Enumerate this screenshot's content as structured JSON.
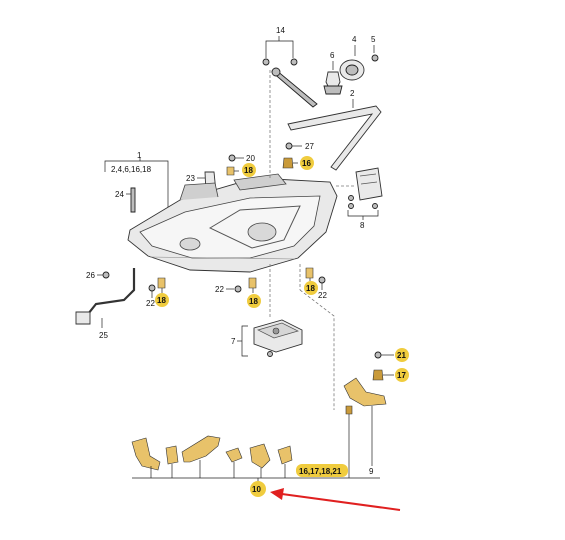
{
  "diagram": {
    "callouts": {
      "c1": "1",
      "c1_list": "2,4,6,16,18",
      "c2": "2",
      "c4": "4",
      "c5": "5",
      "c6": "6",
      "c7": "7",
      "c8": "8",
      "c9": "9",
      "c10": "10",
      "c14": "14",
      "c16": "16",
      "c17": "17",
      "c18a": "18",
      "c18b": "18",
      "c18c": "18",
      "c18d": "18",
      "c20": "20",
      "c21": "21",
      "c22a": "22",
      "c22b": "22",
      "c22c": "22",
      "c23": "23",
      "c24": "24",
      "c25": "25",
      "c26": "26",
      "c27": "27",
      "c_multi": "16,17,18,21"
    },
    "colors": {
      "highlight_badge": "#f0cc3e",
      "arrow": "#e02020",
      "part_fill": "#e9e9e9",
      "bracket_fill": "#e8c26a"
    }
  }
}
